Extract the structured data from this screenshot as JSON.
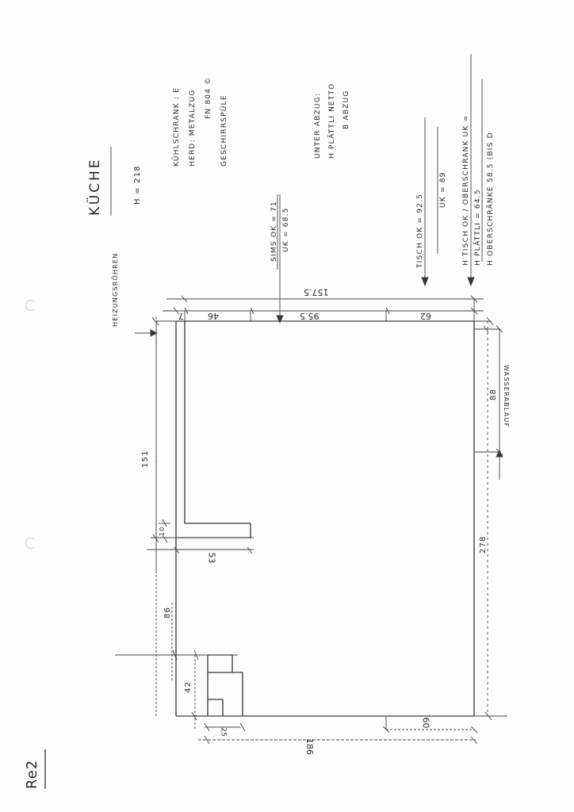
{
  "document": {
    "type": "hand-drawn kitchen floor plan sketch",
    "title": "KÜCHE",
    "room_height": "H = 218",
    "page_mark": "Re2"
  },
  "notes": {
    "appliances": [
      "KÜHLSCHRANK : E",
      "HERD: METALZUG",
      "FN 804 ©",
      "GESCHIRRSPÜLE"
    ],
    "under_cabinet": [
      "UNTER ABZUG:",
      "H PLÄTTLI NETTO",
      "B ABZUG"
    ],
    "table": {
      "top": "TISCH  OK = 92.5",
      "bottom": "UK = 89"
    },
    "sill": {
      "top": "SIMS OK = 71",
      "bottom": "UK = 68.5"
    },
    "heights": [
      "H  TISCH OK / OBERSCHRANK  UK  =",
      "H  PLÄTTLI  = 64.5",
      "H  OBERSCHRÄNKE  58.5  (BIS D"
    ],
    "heating_pipes": "HEIZUNGSRÖHREN",
    "water_drain": "WASSERABLAUF"
  },
  "dimensions": {
    "top_total": "157.5",
    "top_seg_7": "7",
    "top_seg_46": "46",
    "top_seg_95_5": "95.5",
    "top_seg_62": "62",
    "left_151": "151",
    "left_10": "10",
    "left_53": "53",
    "left_86": "86",
    "left_42": "42",
    "left_25": "25",
    "bottom_60": "60",
    "bottom_186": "186",
    "right_278": "278",
    "right_88": "88"
  }
}
